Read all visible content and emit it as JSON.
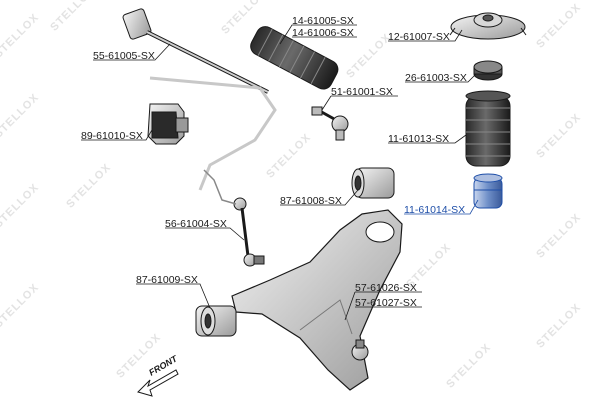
{
  "watermark": {
    "text": "STELLOX"
  },
  "front_label": "FRONT",
  "parts": [
    {
      "id": "p1",
      "label": "55-61005-SX"
    },
    {
      "id": "p2",
      "label": "14-61005-SX"
    },
    {
      "id": "p3",
      "label": "14-61006-SX"
    },
    {
      "id": "p4",
      "label": "12-61007-SX"
    },
    {
      "id": "p5",
      "label": "26-61003-SX"
    },
    {
      "id": "p6",
      "label": "51-61001-SX"
    },
    {
      "id": "p7",
      "label": "89-61010-SX"
    },
    {
      "id": "p8",
      "label": "11-61013-SX"
    },
    {
      "id": "p9",
      "label": "87-61008-SX"
    },
    {
      "id": "p10",
      "label": "11-61014-SX"
    },
    {
      "id": "p11",
      "label": "56-61004-SX"
    },
    {
      "id": "p12",
      "label": "87-61009-SX"
    },
    {
      "id": "p13",
      "label": "57-61026-SX"
    },
    {
      "id": "p14",
      "label": "57-61027-SX"
    }
  ],
  "colors": {
    "line": "#1a1a1a",
    "highlight": "#1f4fa8",
    "watermark": "#e3e3e3"
  }
}
